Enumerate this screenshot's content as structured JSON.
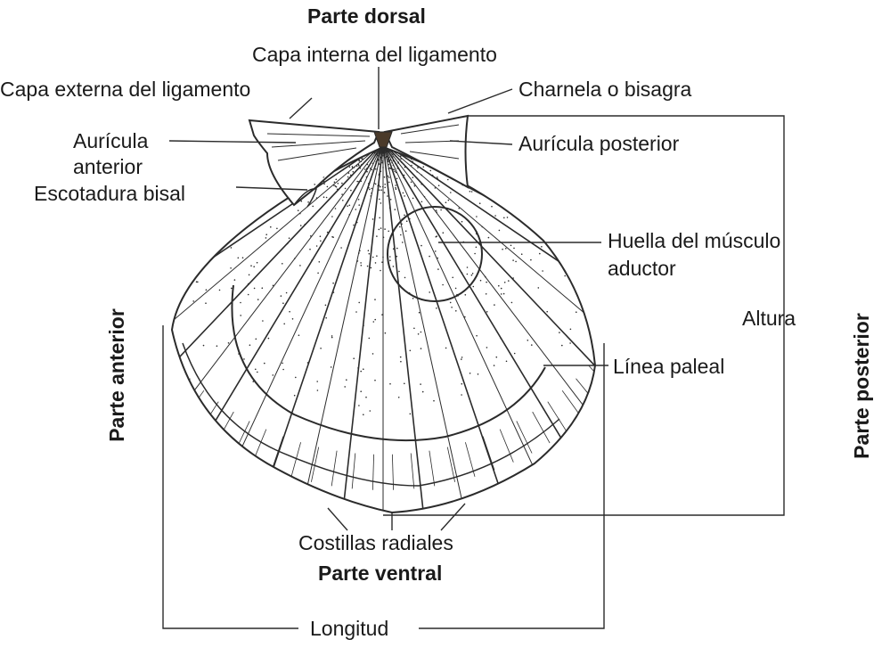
{
  "diagram": {
    "labels": {
      "dorsal": "Parte dorsal",
      "ventral": "Parte ventral",
      "anterior": "Parte anterior",
      "posterior": "Parte posterior",
      "inner_ligament": "Capa interna del ligamento",
      "outer_ligament": "Capa externa del ligamento",
      "hinge": "Charnela o bisagra",
      "anterior_auricle_line1": "Aurícula",
      "anterior_auricle_line2": "anterior",
      "posterior_auricle": "Aurícula posterior",
      "byssal_notch": "Escotadura bisal",
      "adductor_scar_line1": "Huella del músculo",
      "adductor_scar_line2": "aductor",
      "height": "Altura",
      "pallial_line": "Línea paleal",
      "radial_ribs": "Costillas radiales",
      "length": "Longitud"
    },
    "colors": {
      "ink": "#2b2b2b",
      "background": "#ffffff"
    }
  }
}
